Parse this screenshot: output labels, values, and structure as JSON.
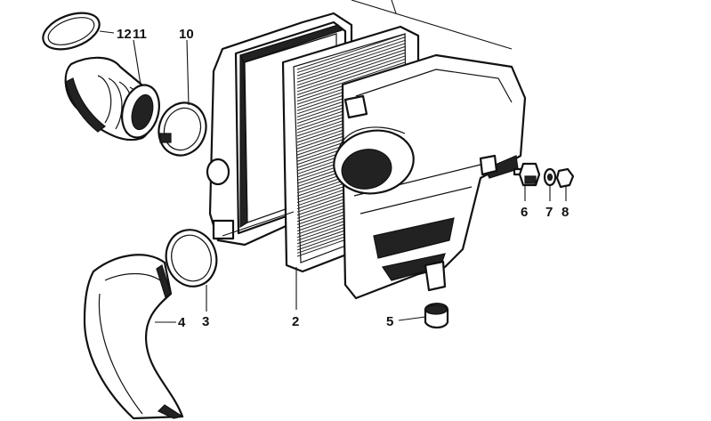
{
  "callouts": [
    {
      "id": "12",
      "label": "12"
    },
    {
      "id": "11",
      "label": "11"
    },
    {
      "id": "10",
      "label": "10"
    },
    {
      "id": "6",
      "label": "6"
    },
    {
      "id": "7",
      "label": "7"
    },
    {
      "id": "8",
      "label": "8"
    },
    {
      "id": "2",
      "label": "2"
    },
    {
      "id": "3",
      "label": "3"
    },
    {
      "id": "4",
      "label": "4"
    },
    {
      "id": "5",
      "label": "5"
    }
  ]
}
